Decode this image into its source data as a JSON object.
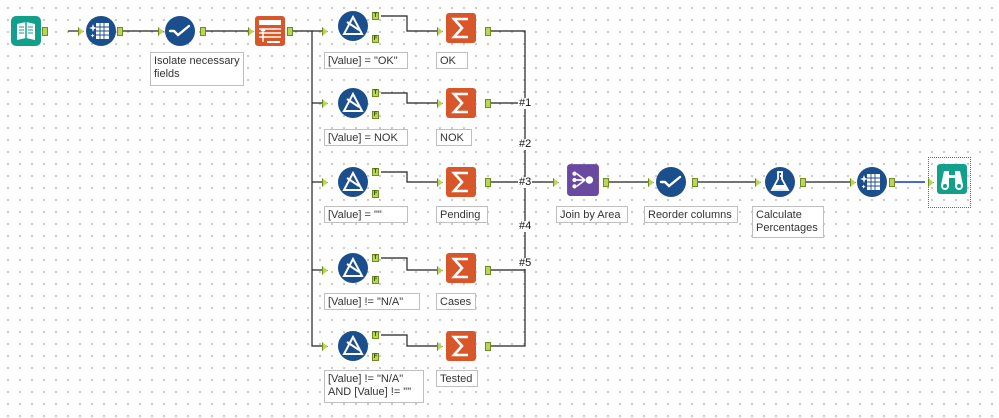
{
  "workflow": {
    "labels": {
      "isolate": "Isolate necessary fields",
      "f1": "[Value] = \"OK\"",
      "f2": "[Value] = NOK",
      "f3": "[Value] = \"\"",
      "f4": "[Value] != \"N/A\"",
      "f5": "[Value] != \"N/A\"\nAND [Value] != \"\"",
      "s1": "OK",
      "s2": "NOK",
      "s3": "Pending",
      "s4": "Cases",
      "s5": "Tested",
      "join": "Join by Area",
      "reorder": "Reorder columns",
      "calc": "Calculate\nPercentages"
    },
    "wire_labels": [
      "#1",
      "#2",
      "#3",
      "#4",
      "#5"
    ],
    "filter_anchor": {
      "true": "T",
      "false": "F"
    },
    "colors": {
      "input": "#12a08c",
      "select_tool": "#1b4e8c",
      "filter": "#1b4e8c",
      "summarize": "#d9562b",
      "crosstab": "#d9562b",
      "join": "#6a4aa0",
      "formula": "#1b4e8c",
      "browse": "#12a08c",
      "anchor": "#b9d65a",
      "wire": "#222222",
      "selected_wire": "#1a2fd6"
    },
    "icons": [
      "input-data-icon",
      "data-cleansing-icon",
      "select-icon",
      "crosstab-icon",
      "filter-icon",
      "summarize-icon",
      "join-multiple-icon",
      "formula-icon",
      "browse-icon"
    ]
  }
}
